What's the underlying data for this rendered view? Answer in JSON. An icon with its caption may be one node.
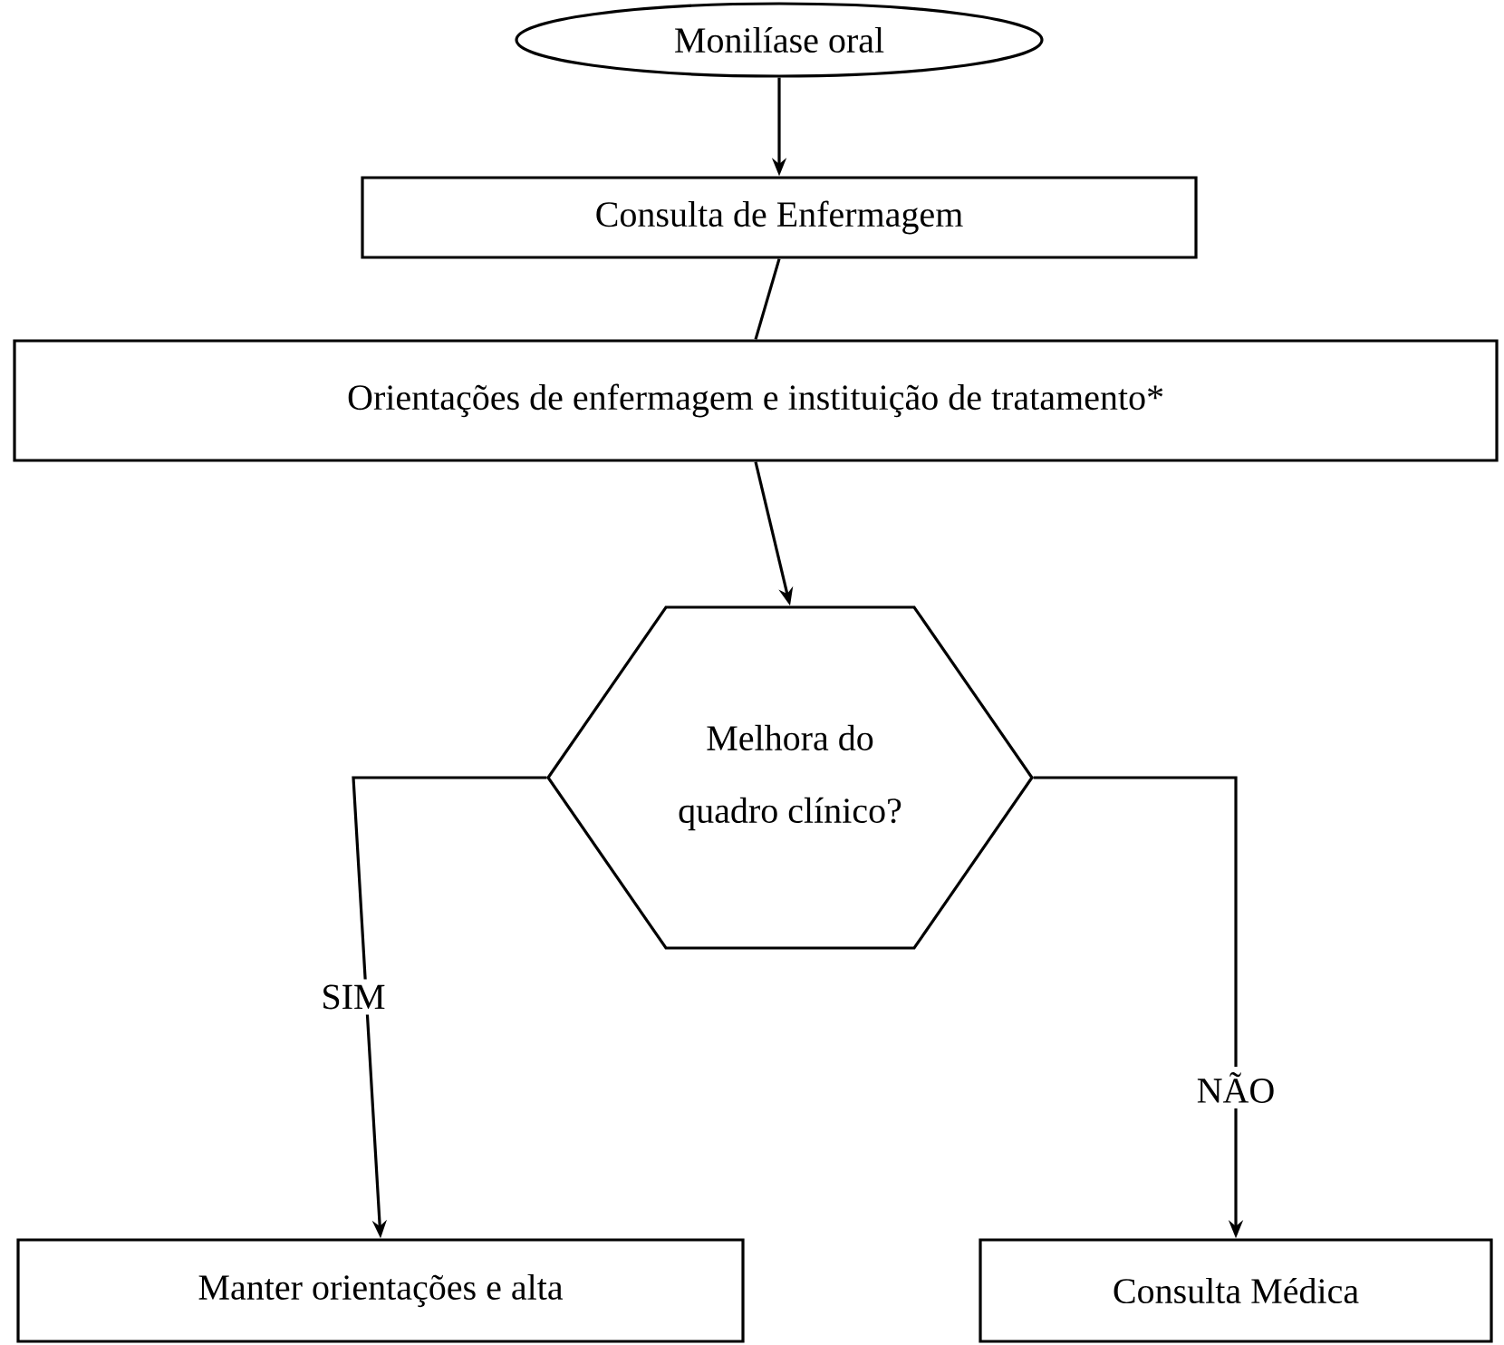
{
  "diagram": {
    "nodes": [
      {
        "text": [
          "Monilíase oral"
        ]
      },
      {
        "text": [
          "Consulta de Enfermagem"
        ]
      },
      {
        "text": [
          "Orientações de enfermagem e instituição de tratamento*"
        ]
      },
      {
        "text": [
          "Melhora do quadro clínico?"
        ]
      },
      {
        "text": [
          "Manter orientações e alta"
        ]
      },
      {
        "text": [
          "Consulta Médica"
        ]
      }
    ],
    "edges": [
      {
        "from": 0,
        "to": 1,
        "arrow": "to"
      },
      {
        "from": 1,
        "to": 2,
        "arrow": "none"
      },
      {
        "from": 2,
        "to": 3,
        "arrow": "to"
      },
      {
        "from": 3,
        "to": 4,
        "arrow": "to",
        "label": "SIM"
      },
      {
        "from": 3,
        "to": 5,
        "arrow": "to",
        "label": "NÃO"
      }
    ]
  }
}
